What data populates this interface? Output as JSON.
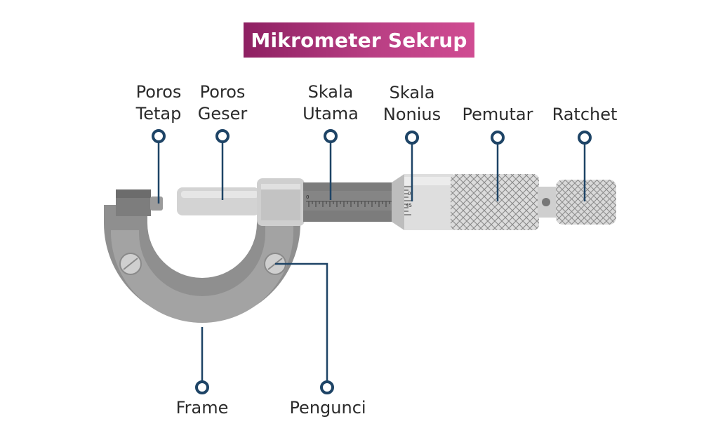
{
  "title": "Mikrometer Sekrup",
  "colors": {
    "title_gradient_start": "#8e2062",
    "title_gradient_end": "#d04c92",
    "leader_line": "#1e4466",
    "frame": "#8f8f8f",
    "frame_inner": "#a6a6a6",
    "metal_light": "#d6d6d6",
    "sleeve_dark": "#7c7c7c",
    "text": "#2b2b2b"
  },
  "labels": {
    "poros_tetap": [
      "Poros",
      "Tetap"
    ],
    "poros_geser": [
      "Poros",
      "Geser"
    ],
    "skala_utama": [
      "Skala",
      "Utama"
    ],
    "skala_nonius": [
      "Skala",
      "Nonius"
    ],
    "pemutar": "Pemutar",
    "ratchet": "Ratchet",
    "frame": "Frame",
    "pengunci": "Pengunci"
  },
  "scale_marks": {
    "main_scale_zero": "0",
    "thimble_top": "0",
    "thimble_bottom": "45"
  }
}
